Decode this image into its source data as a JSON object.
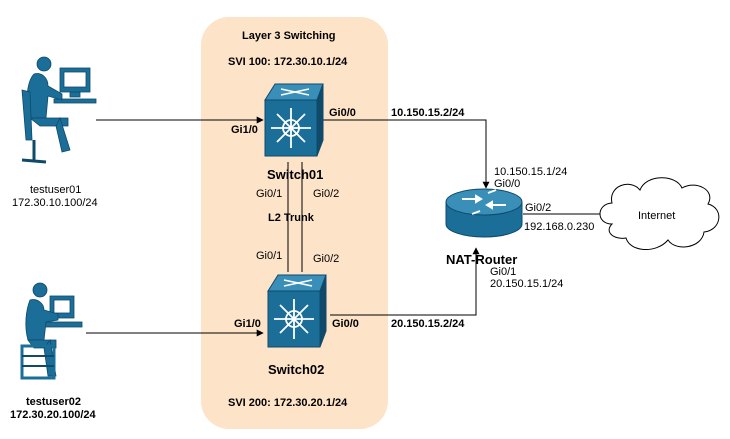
{
  "zone": {
    "title": "Layer 3 Switching",
    "svi_top": "SVI 100: 172.30.10.1/24",
    "svi_bottom": "SVI 200: 172.30.20.1/24",
    "fill": "#fde3c8"
  },
  "colors": {
    "device_blue": "#1a6e98",
    "device_dark": "#0f4a6b",
    "link": "#000000"
  },
  "hosts": {
    "user1": {
      "name": "testuser01",
      "ip": "172.30.10.100/24",
      "icon": "user-at-computer-icon"
    },
    "user2": {
      "name": "testuser02",
      "ip": "172.30.20.100/24",
      "icon": "user-at-computer-icon"
    }
  },
  "switches": {
    "sw1": {
      "name": "Switch01",
      "gi10": "Gi1/0",
      "gi00": "Gi0/0",
      "gi01": "Gi0/1",
      "gi02": "Gi0/2",
      "icon": "multilayer-switch-icon"
    },
    "sw2": {
      "name": "Switch02",
      "gi10": "Gi1/0",
      "gi00": "Gi0/0",
      "gi01": "Gi0/1",
      "gi02": "Gi0/2",
      "icon": "multilayer-switch-icon"
    }
  },
  "trunk": "L2 Trunk",
  "links": {
    "sw1_router": "10.150.15.2/24",
    "sw2_router": "20.150.15.2/24"
  },
  "router": {
    "name": "NAT-Router",
    "gi00_ip": "10.150.15.1/24",
    "gi00": "Gi0/0",
    "gi02": "Gi0/2",
    "gi02_ip": "192.168.0.230",
    "gi01": "Gi0/1",
    "gi01_ip": "20.150.15.1/24",
    "icon": "router-icon"
  },
  "internet": {
    "label": "Internet",
    "icon": "cloud-icon"
  }
}
